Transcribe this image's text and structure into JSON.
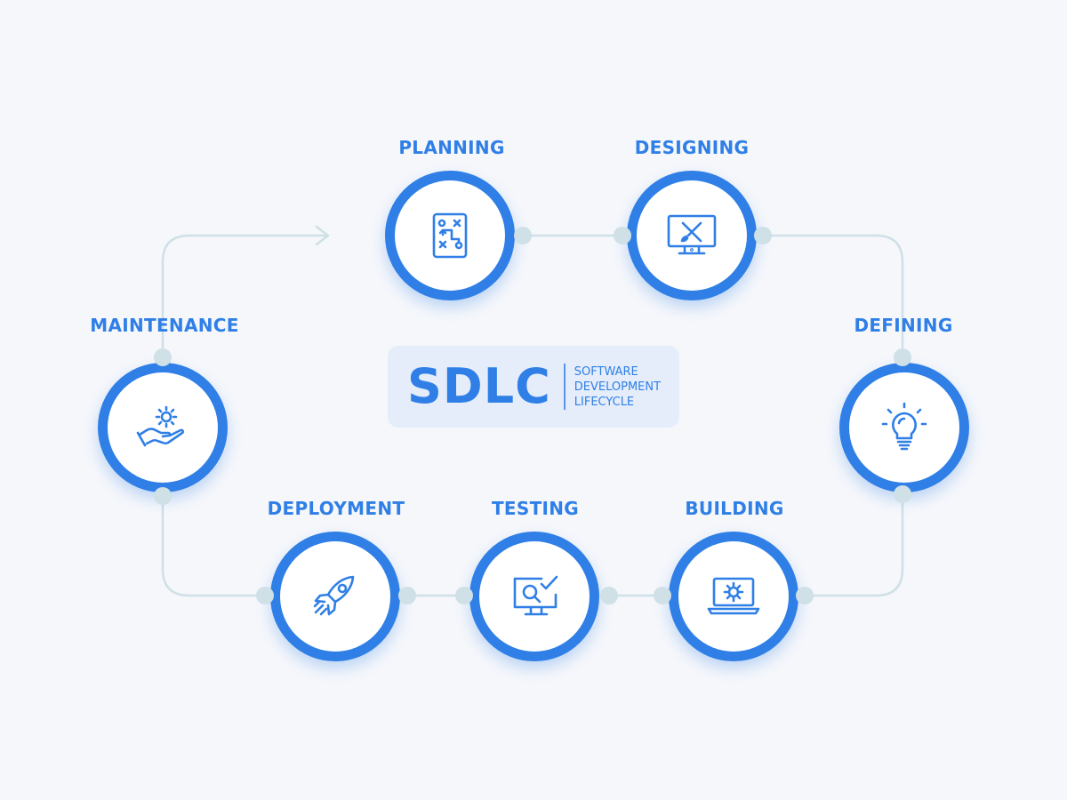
{
  "diagram": {
    "center": {
      "title": "SDLC",
      "subtitle_lines": [
        "SOFTWARE",
        "DEVELOPMENT",
        "LIFECYCLE"
      ]
    },
    "stages": [
      {
        "label": "PLANNING",
        "icon": "strategy-board-icon"
      },
      {
        "label": "DESIGNING",
        "icon": "design-monitor-icon"
      },
      {
        "label": "DEFINING",
        "icon": "lightbulb-icon"
      },
      {
        "label": "BUILDING",
        "icon": "laptop-gear-icon"
      },
      {
        "label": "TESTING",
        "icon": "monitor-search-check-icon"
      },
      {
        "label": "DEPLOYMENT",
        "icon": "rocket-icon"
      },
      {
        "label": "MAINTENANCE",
        "icon": "hand-gear-icon"
      }
    ],
    "colors": {
      "accent": "#2f7fe6",
      "background": "#f5f7fb",
      "connector": "#cfe0e6",
      "card": "#e5edfa"
    }
  }
}
